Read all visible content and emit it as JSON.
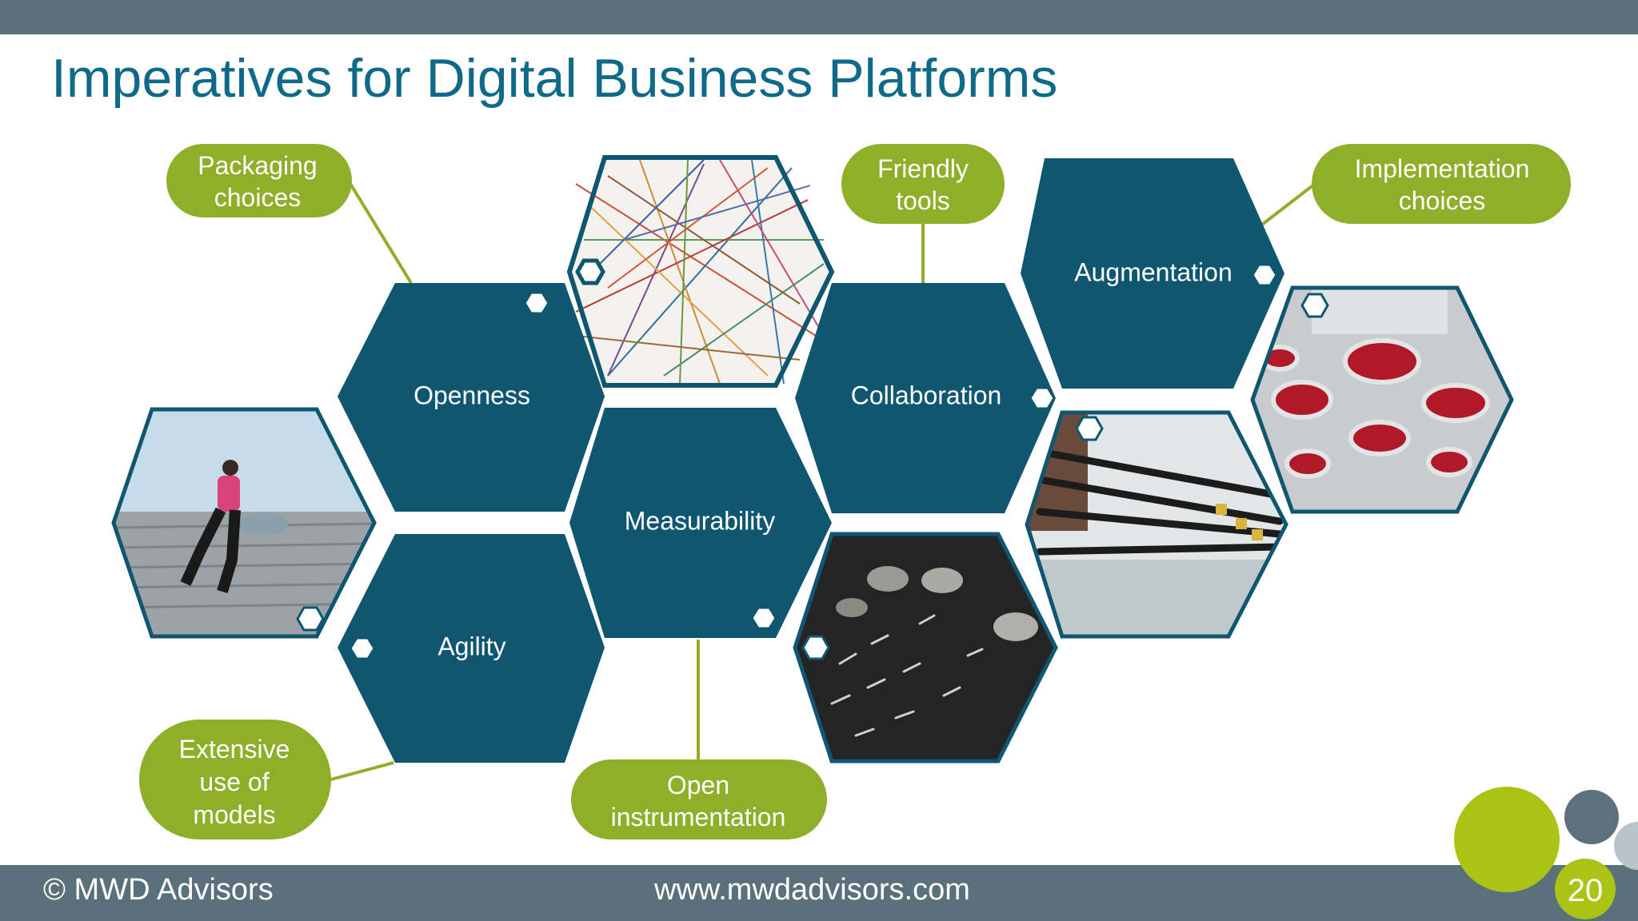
{
  "title": "Imperatives for Digital Business Platforms",
  "hexagons": {
    "openness": "Openness",
    "agility": "Agility",
    "measurability": "Measurability",
    "collaboration": "Collaboration",
    "augmentation": "Augmentation"
  },
  "callouts": {
    "packaging": [
      "Packaging",
      "choices"
    ],
    "friendly": [
      "Friendly",
      "tools"
    ],
    "implementation": [
      "Implementation",
      "choices"
    ],
    "models": [
      "Extensive",
      "use of",
      "models"
    ],
    "instrumentation": [
      "Open",
      "instrumentation"
    ]
  },
  "footer": {
    "copyright": "© MWD Advisors",
    "website": "www.mwdadvisors.com",
    "page": "20"
  },
  "colors": {
    "hex_fill": "#0f5670",
    "callout_green": "#8faf2a",
    "bar_gray": "#5a717c",
    "title_blue": "#0f6a8a"
  }
}
